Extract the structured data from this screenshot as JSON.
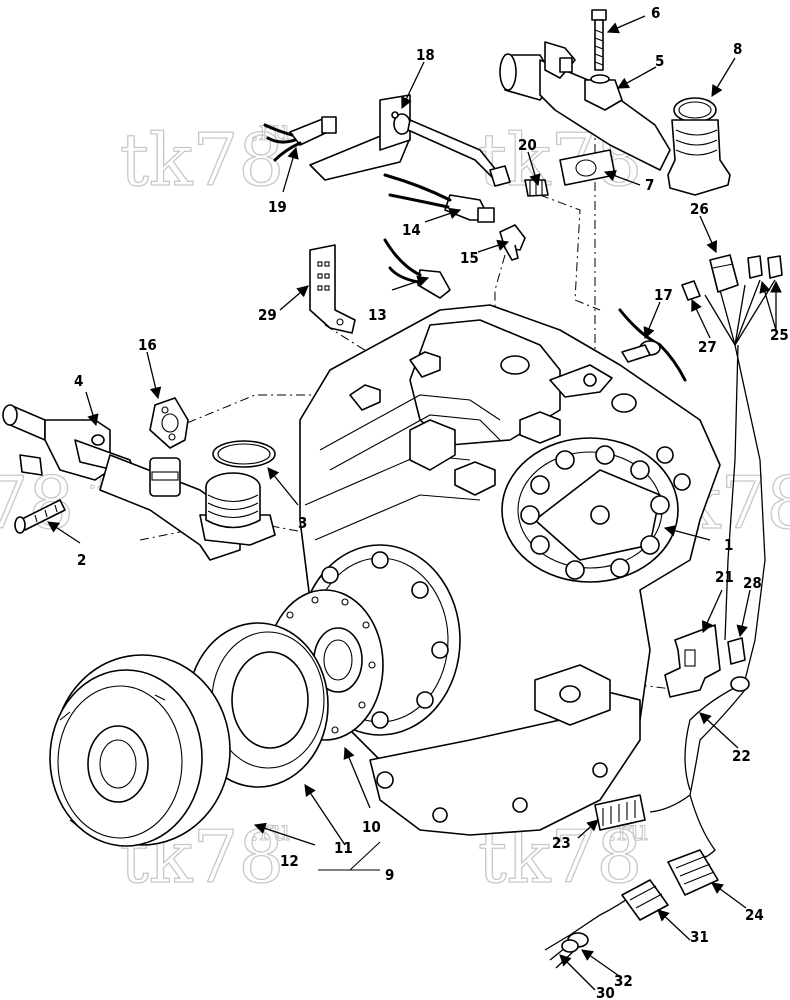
{
  "watermark": {
    "tk": "tk78",
    "ru": ".ru",
    "fragment": "tk78"
  },
  "callouts": [
    "1",
    "2",
    "3",
    "4",
    "5",
    "6",
    "7",
    "8",
    "9",
    "10",
    "11",
    "12",
    "13",
    "14",
    "15",
    "16",
    "17",
    "18",
    "19",
    "20",
    "21",
    "22",
    "23",
    "24",
    "25",
    "26",
    "27",
    "28",
    "29",
    "30",
    "31",
    "32"
  ],
  "colors": {
    "line": "#000000",
    "background": "#ffffff",
    "watermark": "#c8c8c8"
  }
}
